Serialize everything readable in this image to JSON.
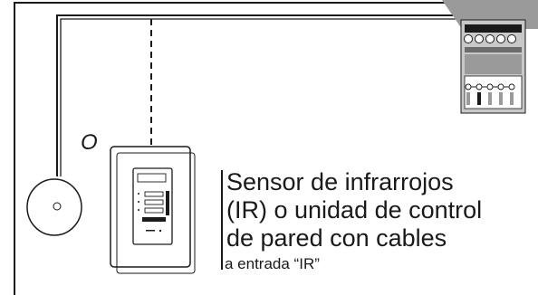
{
  "diagram": {
    "alternative_label": "O",
    "sensor_label": {
      "line1": "Sensor de infrarrojos",
      "line2": "(IR) o unidad de control",
      "line3": "de pared con cables",
      "line4": "a entrada “IR”"
    },
    "colors": {
      "wire": "#1a1a1a",
      "connector_body": "#9a9a9a",
      "connector_dark": "#6c6c6c",
      "terminal_block": "#c8c8c8",
      "device_fill": "#ffffff"
    },
    "icons": [
      "ir-sensor-icon",
      "wall-control-unit-icon",
      "terminal-block-icon"
    ]
  }
}
